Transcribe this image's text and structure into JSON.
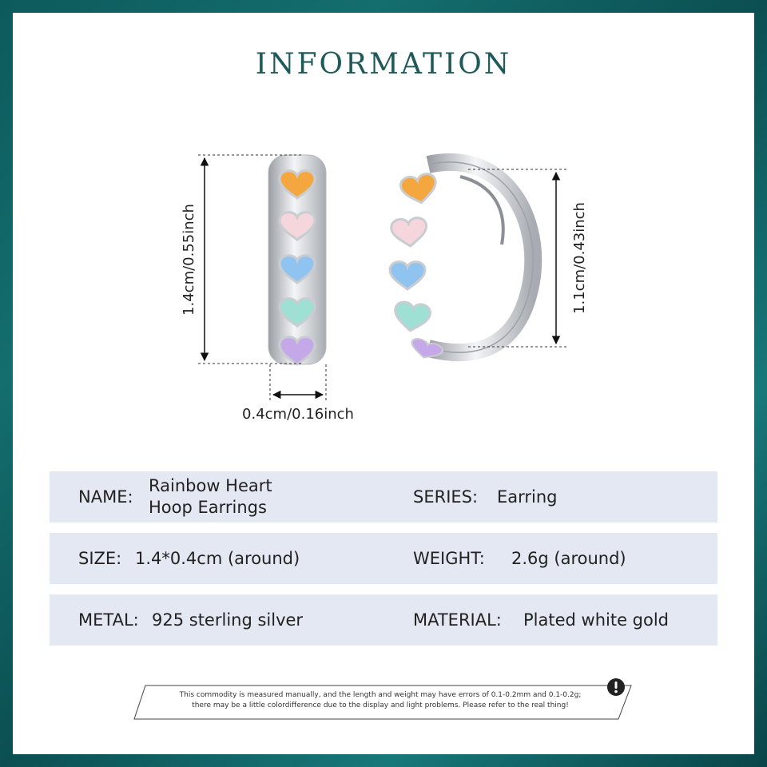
{
  "title": "INFORMATION",
  "dimensions": {
    "height_front": "1.4cm/0.55inch",
    "width_front": "0.4cm/0.16inch",
    "height_side": "1.1cm/0.43inch"
  },
  "heart_colors": [
    "#f4a63f",
    "#f5d6dc",
    "#8fc4f0",
    "#9fe0d4",
    "#c4a8e8"
  ],
  "specs": [
    {
      "left": {
        "label": "NAME:",
        "value_line1": "Rainbow Heart",
        "value_line2": "Hoop Earrings"
      },
      "right": {
        "label": "SERIES:",
        "value": "Earring"
      }
    },
    {
      "left": {
        "label": "SIZE:",
        "value": "1.4*0.4cm (around)"
      },
      "right": {
        "label": "WEIGHT:",
        "value": "2.6g (around)"
      }
    },
    {
      "left": {
        "label": "METAL:",
        "value": "925 sterling silver"
      },
      "right": {
        "label": "MATERIAL:",
        "value": "Plated white gold"
      }
    }
  ],
  "notice": {
    "line1": "This commodity is measured manually, and the length and weight may have errors of 0.1-0.2mm and 0.1-0.2g;",
    "line2": "there may be a little colordifference due to the display and light problems. Please refer to the real thing!"
  },
  "colors": {
    "accent": "#1f5a5a",
    "row_bg": "#e4e8f2",
    "frame": "#0d5a5c"
  }
}
